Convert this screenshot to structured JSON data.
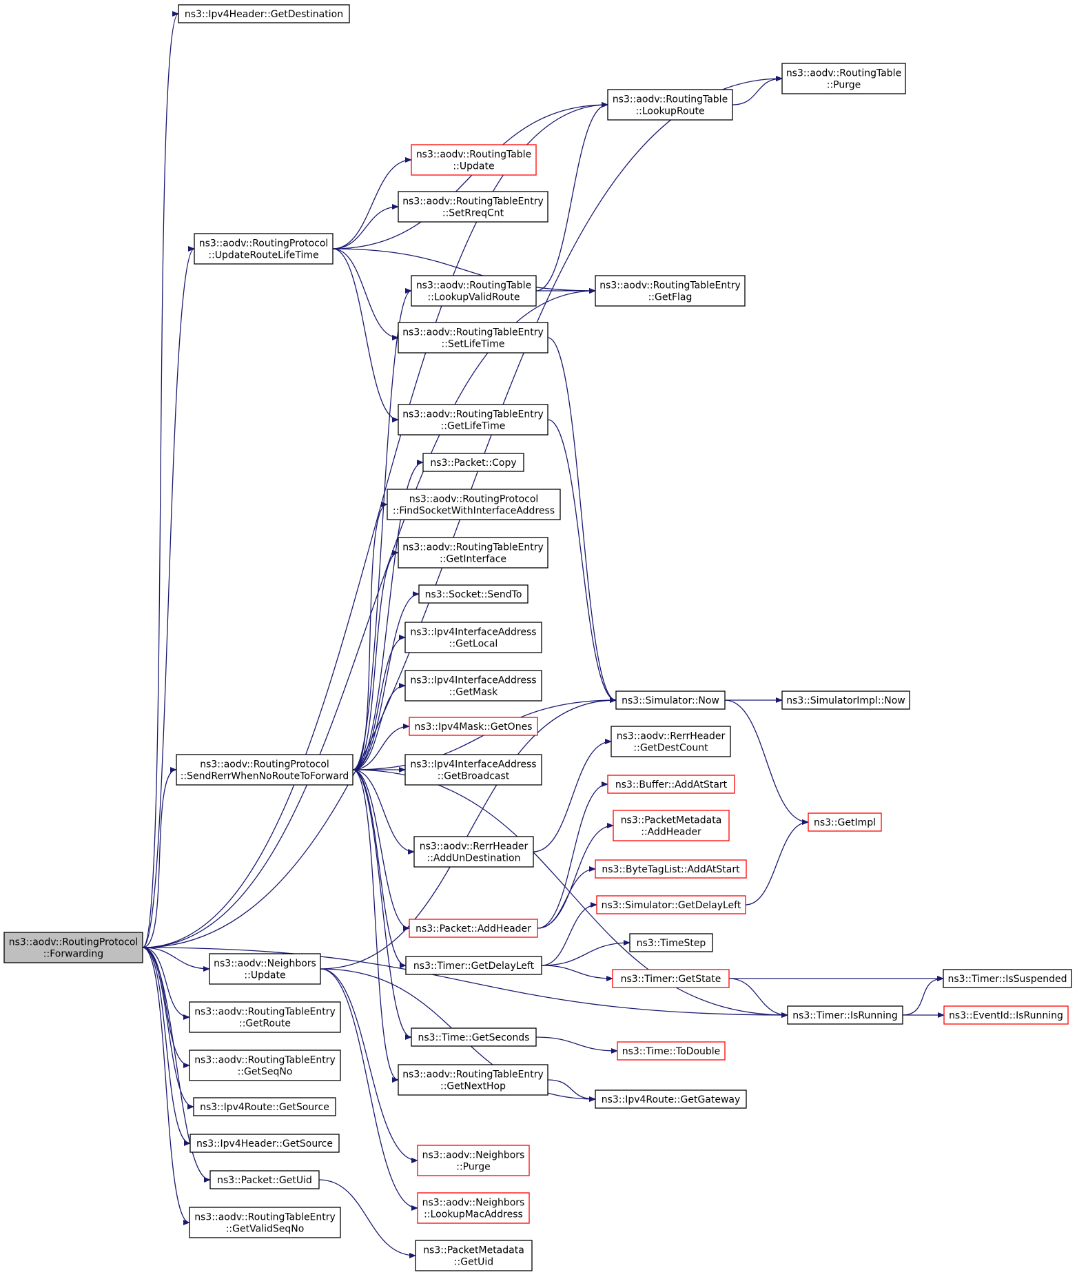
{
  "colors": {
    "edge": "#191970",
    "node_border": "#000000",
    "truncated_border": "#ff0000",
    "root_fill": "#bfbfbf",
    "background": "#ffffff"
  },
  "nodes": {
    "forwarding": {
      "lines": [
        "ns3::aodv::RoutingProtocol",
        "::Forwarding"
      ]
    },
    "ipv4_get_dest": {
      "lines": [
        "ns3::Ipv4Header::GetDestination"
      ]
    },
    "rt_purge": {
      "lines": [
        "ns3::aodv::RoutingTable",
        "::Purge"
      ]
    },
    "rt_lookup": {
      "lines": [
        "ns3::aodv::RoutingTable",
        "::LookupRoute"
      ]
    },
    "rt_update": {
      "lines": [
        "ns3::aodv::RoutingTable",
        "::Update"
      ]
    },
    "rte_setrreqcnt": {
      "lines": [
        "ns3::aodv::RoutingTableEntry",
        "::SetRreqCnt"
      ]
    },
    "rp_updatelife": {
      "lines": [
        "ns3::aodv::RoutingProtocol",
        "::UpdateRouteLifeTime"
      ]
    },
    "rt_lookupvalid": {
      "lines": [
        "ns3::aodv::RoutingTable",
        "::LookupValidRoute"
      ]
    },
    "rte_getflag": {
      "lines": [
        "ns3::aodv::RoutingTableEntry",
        "::GetFlag"
      ]
    },
    "rte_setlife": {
      "lines": [
        "ns3::aodv::RoutingTableEntry",
        "::SetLifeTime"
      ]
    },
    "rte_getlife": {
      "lines": [
        "ns3::aodv::RoutingTableEntry",
        "::GetLifeTime"
      ]
    },
    "pkt_copy": {
      "lines": [
        "ns3::Packet::Copy"
      ]
    },
    "rp_findsocket": {
      "lines": [
        "ns3::aodv::RoutingProtocol",
        "::FindSocketWithInterfaceAddress"
      ]
    },
    "rte_getiface": {
      "lines": [
        "ns3::aodv::RoutingTableEntry",
        "::GetInterface"
      ]
    },
    "sock_sendto": {
      "lines": [
        "ns3::Socket::SendTo"
      ]
    },
    "ifa_getlocal": {
      "lines": [
        "ns3::Ipv4InterfaceAddress",
        "::GetLocal"
      ]
    },
    "ifa_getmask": {
      "lines": [
        "ns3::Ipv4InterfaceAddress",
        "::GetMask"
      ]
    },
    "mask_getones": {
      "lines": [
        "ns3::Ipv4Mask::GetOnes"
      ]
    },
    "ifa_getbcast": {
      "lines": [
        "ns3::Ipv4InterfaceAddress",
        "::GetBroadcast"
      ]
    },
    "rp_sendrerr": {
      "lines": [
        "ns3::aodv::RoutingProtocol",
        "::SendRerrWhenNoRouteToForward"
      ]
    },
    "sim_now": {
      "lines": [
        "ns3::Simulator::Now"
      ]
    },
    "simimpl_now": {
      "lines": [
        "ns3::SimulatorImpl::Now"
      ]
    },
    "rerr_getdest": {
      "lines": [
        "ns3::aodv::RerrHeader",
        "::GetDestCount"
      ]
    },
    "buf_addatstart": {
      "lines": [
        "ns3::Buffer::AddAtStart"
      ]
    },
    "get_impl": {
      "lines": [
        "ns3::GetImpl"
      ]
    },
    "pm_addheader": {
      "lines": [
        "ns3::PacketMetadata",
        "::AddHeader"
      ]
    },
    "rerr_addun": {
      "lines": [
        "ns3::aodv::RerrHeader",
        "::AddUnDestination"
      ]
    },
    "btl_addatstart": {
      "lines": [
        "ns3::ByteTagList::AddAtStart"
      ]
    },
    "sim_getdelayleft": {
      "lines": [
        "ns3::Simulator::GetDelayLeft"
      ]
    },
    "pkt_addheader": {
      "lines": [
        "ns3::Packet::AddHeader"
      ]
    },
    "timestep": {
      "lines": [
        "ns3::TimeStep"
      ]
    },
    "timer_getdelay": {
      "lines": [
        "ns3::Timer::GetDelayLeft"
      ]
    },
    "nb_update": {
      "lines": [
        "ns3::aodv::Neighbors",
        "::Update"
      ]
    },
    "timer_getstate": {
      "lines": [
        "ns3::Timer::GetState"
      ]
    },
    "timer_issusp": {
      "lines": [
        "ns3::Timer::IsSuspended"
      ]
    },
    "rte_getroute": {
      "lines": [
        "ns3::aodv::RoutingTableEntry",
        "::GetRoute"
      ]
    },
    "timer_isrunning": {
      "lines": [
        "ns3::Timer::IsRunning"
      ]
    },
    "eventid_isrunning": {
      "lines": [
        "ns3::EventId::IsRunning"
      ]
    },
    "time_getsec": {
      "lines": [
        "ns3::Time::GetSeconds"
      ]
    },
    "time_todouble": {
      "lines": [
        "ns3::Time::ToDouble"
      ]
    },
    "rte_getseqno": {
      "lines": [
        "ns3::aodv::RoutingTableEntry",
        "::GetSeqNo"
      ]
    },
    "rte_getnexthop": {
      "lines": [
        "ns3::aodv::RoutingTableEntry",
        "::GetNextHop"
      ]
    },
    "route_getgw": {
      "lines": [
        "ns3::Ipv4Route::GetGateway"
      ]
    },
    "route_getsrc": {
      "lines": [
        "ns3::Ipv4Route::GetSource"
      ]
    },
    "hdr_getsrc": {
      "lines": [
        "ns3::Ipv4Header::GetSource"
      ]
    },
    "nb_purge": {
      "lines": [
        "ns3::aodv::Neighbors",
        "::Purge"
      ]
    },
    "pkt_getuid": {
      "lines": [
        "ns3::Packet::GetUid"
      ]
    },
    "rte_getvalidseq": {
      "lines": [
        "ns3::aodv::RoutingTableEntry",
        "::GetValidSeqNo"
      ]
    },
    "nb_lookupmac": {
      "lines": [
        "ns3::aodv::Neighbors",
        "::LookupMacAddress"
      ]
    },
    "pm_getuid": {
      "lines": [
        "ns3::PacketMetadata",
        "::GetUid"
      ]
    }
  },
  "edges": [
    [
      "forwarding",
      "ipv4_get_dest"
    ],
    [
      "forwarding",
      "rt_purge"
    ],
    [
      "forwarding",
      "rt_lookup"
    ],
    [
      "forwarding",
      "rp_updatelife"
    ],
    [
      "forwarding",
      "rte_getflag"
    ],
    [
      "forwarding",
      "rp_sendrerr"
    ],
    [
      "forwarding",
      "nb_update"
    ],
    [
      "forwarding",
      "rte_getroute"
    ],
    [
      "forwarding",
      "rte_getseqno"
    ],
    [
      "forwarding",
      "route_getsrc"
    ],
    [
      "forwarding",
      "hdr_getsrc"
    ],
    [
      "forwarding",
      "pkt_getuid"
    ],
    [
      "forwarding",
      "rte_getvalidseq"
    ],
    [
      "forwarding",
      "timer_isrunning"
    ],
    [
      "rt_lookup",
      "rt_purge"
    ],
    [
      "rp_updatelife",
      "rt_lookup"
    ],
    [
      "rp_updatelife",
      "rt_update"
    ],
    [
      "rp_updatelife",
      "rte_setrreqcnt"
    ],
    [
      "rp_updatelife",
      "rte_getflag"
    ],
    [
      "rp_updatelife",
      "rte_setlife"
    ],
    [
      "rp_updatelife",
      "rte_getlife"
    ],
    [
      "rt_lookupvalid",
      "rt_lookup"
    ],
    [
      "rt_lookupvalid",
      "rte_getflag"
    ],
    [
      "rte_setlife",
      "sim_now"
    ],
    [
      "rte_getlife",
      "sim_now"
    ],
    [
      "rp_sendrerr",
      "rt_lookupvalid"
    ],
    [
      "rp_sendrerr",
      "pkt_copy"
    ],
    [
      "rp_sendrerr",
      "rp_findsocket"
    ],
    [
      "rp_sendrerr",
      "rte_getiface"
    ],
    [
      "rp_sendrerr",
      "sock_sendto"
    ],
    [
      "rp_sendrerr",
      "ifa_getlocal"
    ],
    [
      "rp_sendrerr",
      "ifa_getmask"
    ],
    [
      "rp_sendrerr",
      "mask_getones"
    ],
    [
      "rp_sendrerr",
      "ifa_getbcast"
    ],
    [
      "rp_sendrerr",
      "sim_now"
    ],
    [
      "rp_sendrerr",
      "rerr_addun"
    ],
    [
      "rp_sendrerr",
      "pkt_addheader"
    ],
    [
      "rp_sendrerr",
      "timer_getdelay"
    ],
    [
      "rp_sendrerr",
      "time_getsec"
    ],
    [
      "rp_sendrerr",
      "rte_getnexthop"
    ],
    [
      "rp_sendrerr",
      "timer_isrunning"
    ],
    [
      "sim_now",
      "simimpl_now"
    ],
    [
      "sim_now",
      "get_impl"
    ],
    [
      "rerr_addun",
      "rerr_getdest"
    ],
    [
      "pkt_addheader",
      "buf_addatstart"
    ],
    [
      "pkt_addheader",
      "pm_addheader"
    ],
    [
      "pkt_addheader",
      "btl_addatstart"
    ],
    [
      "nb_update",
      "sim_now"
    ],
    [
      "nb_update",
      "nb_purge"
    ],
    [
      "nb_update",
      "nb_lookupmac"
    ],
    [
      "nb_update",
      "route_getgw"
    ],
    [
      "timer_getdelay",
      "timestep"
    ],
    [
      "timer_getdelay",
      "sim_getdelayleft"
    ],
    [
      "timer_getdelay",
      "timer_getstate"
    ],
    [
      "sim_getdelayleft",
      "get_impl"
    ],
    [
      "timer_getstate",
      "timer_issusp"
    ],
    [
      "timer_getstate",
      "timer_isrunning"
    ],
    [
      "timer_isrunning",
      "timer_issusp"
    ],
    [
      "timer_isrunning",
      "eventid_isrunning"
    ],
    [
      "time_getsec",
      "time_todouble"
    ],
    [
      "rte_getnexthop",
      "route_getgw"
    ],
    [
      "pkt_getuid",
      "pm_getuid"
    ]
  ]
}
